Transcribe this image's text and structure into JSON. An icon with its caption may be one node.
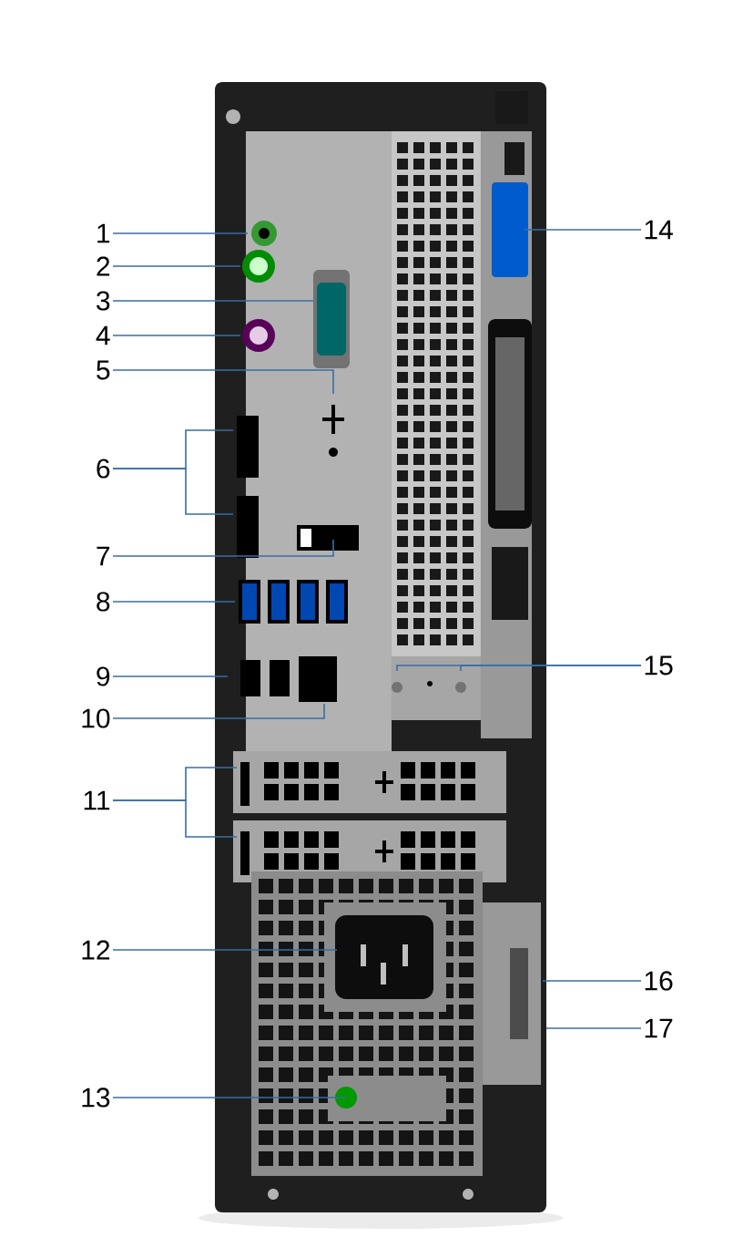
{
  "diagram": {
    "nodes": [
      {
        "text": [
          "1"
        ]
      },
      {
        "text": [
          "2"
        ]
      },
      {
        "text": [
          "3"
        ]
      },
      {
        "text": [
          "4"
        ]
      },
      {
        "text": [
          "5"
        ]
      },
      {
        "text": [
          "6"
        ]
      },
      {
        "text": [
          "7"
        ]
      },
      {
        "text": [
          "8"
        ]
      },
      {
        "text": [
          "9"
        ]
      },
      {
        "text": [
          "10"
        ]
      },
      {
        "text": [
          "11"
        ]
      },
      {
        "text": [
          "12"
        ]
      },
      {
        "text": [
          "13"
        ]
      },
      {
        "text": [
          "14"
        ]
      },
      {
        "text": [
          "15"
        ]
      },
      {
        "text": [
          "16"
        ]
      },
      {
        "text": [
          "17"
        ]
      }
    ],
    "edges": [
      {
        "from": 0,
        "to": null,
        "arrow": "none"
      },
      {
        "from": 1,
        "to": null,
        "arrow": "none"
      },
      {
        "from": 2,
        "to": null,
        "arrow": "none"
      },
      {
        "from": 3,
        "to": null,
        "arrow": "none"
      },
      {
        "from": 4,
        "to": null,
        "arrow": "none"
      },
      {
        "from": 5,
        "to": null,
        "arrow": "none"
      },
      {
        "from": 5,
        "to": null,
        "arrow": "none"
      },
      {
        "from": 6,
        "to": null,
        "arrow": "none"
      },
      {
        "from": 7,
        "to": null,
        "arrow": "none"
      },
      {
        "from": 8,
        "to": null,
        "arrow": "none"
      },
      {
        "from": 9,
        "to": null,
        "arrow": "none"
      },
      {
        "from": 10,
        "to": null,
        "arrow": "none"
      },
      {
        "from": 10,
        "to": null,
        "arrow": "none"
      },
      {
        "from": 11,
        "to": null,
        "arrow": "none"
      },
      {
        "from": 12,
        "to": null,
        "arrow": "none"
      },
      {
        "from": 13,
        "to": null,
        "arrow": "none"
      },
      {
        "from": 14,
        "to": null,
        "arrow": "none"
      },
      {
        "from": 14,
        "to": null,
        "arrow": "none"
      },
      {
        "from": 15,
        "to": null,
        "arrow": "none"
      },
      {
        "from": 16,
        "to": null,
        "arrow": "none"
      }
    ]
  }
}
